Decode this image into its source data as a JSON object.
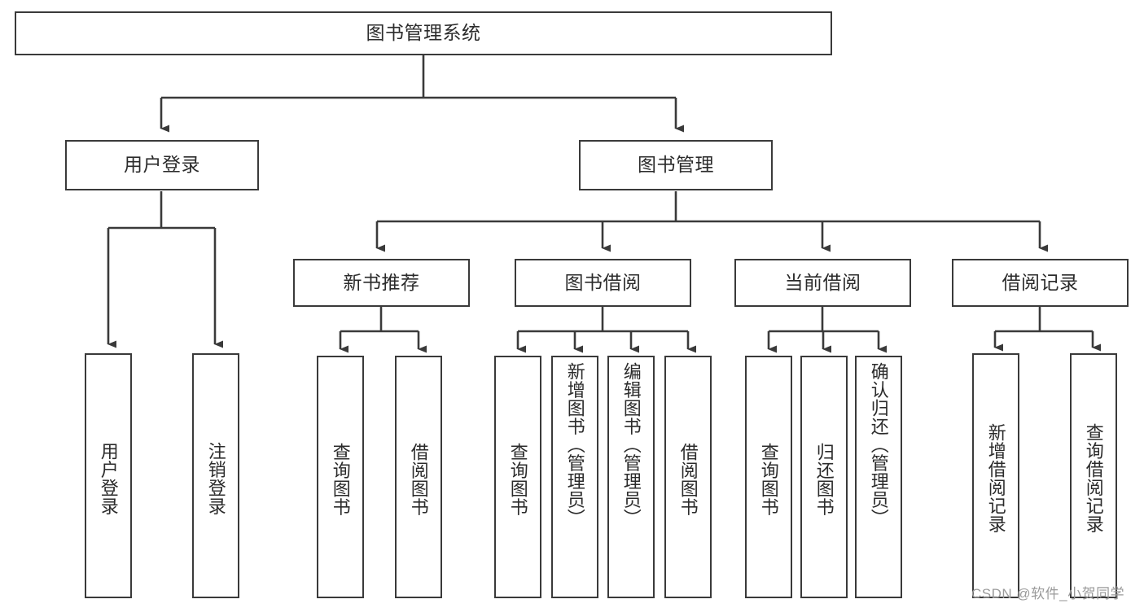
{
  "diagram": {
    "type": "hierarchy-tree",
    "title": "图书管理系统",
    "root": {
      "label": "图书管理系统"
    },
    "level2": [
      {
        "label": "用户登录"
      },
      {
        "label": "图书管理"
      }
    ],
    "level3": [
      {
        "label": "新书推荐"
      },
      {
        "label": "图书借阅"
      },
      {
        "label": "当前借阅"
      },
      {
        "label": "借阅记录"
      }
    ],
    "leaves": {
      "user_login": [
        {
          "label": "用户登录"
        },
        {
          "label": "注销登录"
        }
      ],
      "new_book_recommend": [
        {
          "label": "查询图书"
        },
        {
          "label": "借阅图书"
        }
      ],
      "book_borrow": [
        {
          "label": "查询图书"
        },
        {
          "label": "新增图书（管理员）"
        },
        {
          "label": "编辑图书（管理员）"
        },
        {
          "label": "借阅图书"
        }
      ],
      "current_borrow": [
        {
          "label": "查询图书"
        },
        {
          "label": "归还图书"
        },
        {
          "label": "确认归还（管理员）"
        }
      ],
      "borrow_records": [
        {
          "label": "新增借阅记录"
        },
        {
          "label": "查询借阅记录"
        }
      ]
    }
  },
  "watermark": {
    "text": "CSDN @软件_小贺同学"
  },
  "colors": {
    "stroke": "#3a3a3a",
    "text": "#2b2b2b",
    "background": "#ffffff",
    "watermark": "#9a9a9a"
  }
}
